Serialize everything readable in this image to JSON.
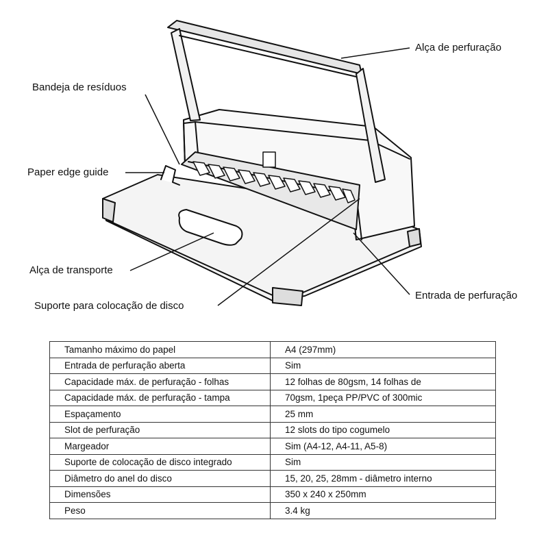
{
  "labels": {
    "punch_handle": "Alça de perfuração",
    "waste_tray": "Bandeja de resíduos",
    "paper_edge_guide": "Paper edge guide",
    "carry_handle": "Alça de transporte",
    "disc_support": "Suporte para colocação de disco",
    "punch_entry": "Entrada de perfuração"
  },
  "specs": [
    {
      "name": "Tamanho máximo do papel",
      "value": "A4 (297mm)"
    },
    {
      "name": "Entrada de perfuração aberta",
      "value": "Sim"
    },
    {
      "name": "Capacidade máx. de perfuração - folhas",
      "value": "12 folhas de 80gsm, 14 folhas de"
    },
    {
      "name": "Capacidade máx. de perfuração - tampa",
      "value": "70gsm, 1peça PP/PVC of 300mic"
    },
    {
      "name": "Espaçamento",
      "value": "25 mm"
    },
    {
      "name": "Slot de perfuração",
      "value": "12 slots do tipo cogumelo"
    },
    {
      "name": "Margeador",
      "value": "Sim (A4-12, A4-11, A5-8)"
    },
    {
      "name": "Suporte de colocação de disco integrado",
      "value": "Sim"
    },
    {
      "name": "Diâmetro do anel do disco",
      "value": "15, 20, 25, 28mm - diâmetro interno"
    },
    {
      "name": "Dimensões",
      "value": "350 x 240 x 250mm"
    },
    {
      "name": "Peso",
      "value": "3.4 kg"
    }
  ]
}
